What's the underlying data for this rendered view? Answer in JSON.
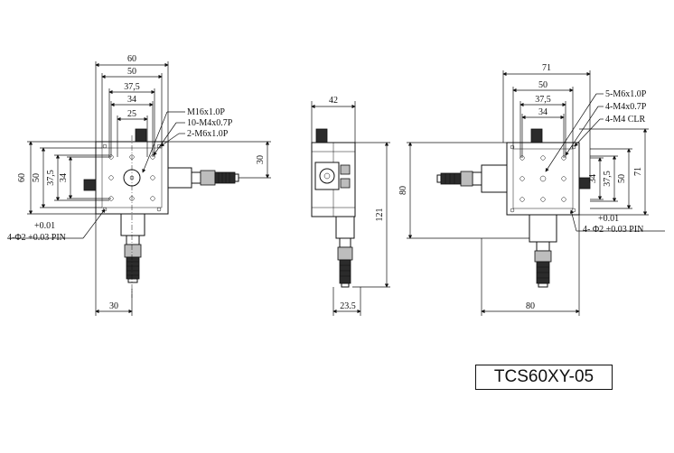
{
  "title": "TCS60XY-05",
  "front_view": {
    "dims": {
      "w60": "60",
      "w50": "50",
      "w37_5": "37,5",
      "w34": "34",
      "w25": "25",
      "h60": "60",
      "h50": "50",
      "h37_5": "37,5",
      "h34": "34",
      "d30_right": "30",
      "d30_bottom": "30"
    },
    "callouts": [
      "M16x1.0P",
      "10-M4x0.7P",
      "2-M6x1.0P"
    ],
    "pin_tol": "+0.01",
    "pin_spec": "4-Φ2 +0.03 PIN"
  },
  "side_view": {
    "dims": {
      "top": "42",
      "height": "121",
      "bottom": "23.5"
    }
  },
  "right_view": {
    "dims": {
      "w71": "71",
      "w50": "50",
      "w37_5": "37,5",
      "w34": "34",
      "h80": "80",
      "h71": "71",
      "h50": "50",
      "h37_5": "37,5",
      "h34": "34",
      "bottom80": "80"
    },
    "callouts": [
      "5-M6x1.0P",
      "4-M4x0.7P",
      "4-M4 CLR"
    ],
    "pin_tol": "+0.01",
    "pin_spec": "4- Φ2 +0.03 PIN"
  }
}
